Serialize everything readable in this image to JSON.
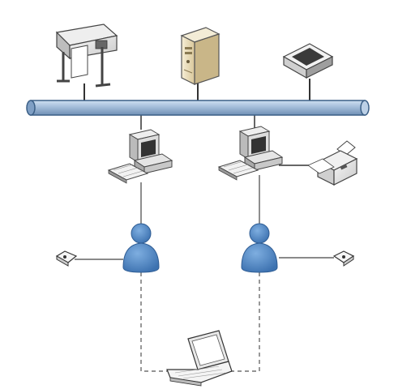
{
  "diagram": {
    "kind": "network-topology",
    "nodes": [
      {
        "id": "plotter",
        "icon": "plotter-icon"
      },
      {
        "id": "server",
        "icon": "tower-server-icon"
      },
      {
        "id": "scanner",
        "icon": "flatbed-scanner-icon"
      },
      {
        "id": "workstation-left",
        "icon": "desktop-computer-icon"
      },
      {
        "id": "workstation-right",
        "icon": "desktop-computer-icon"
      },
      {
        "id": "printer",
        "icon": "laser-printer-icon"
      },
      {
        "id": "user-left",
        "icon": "user-icon"
      },
      {
        "id": "user-right",
        "icon": "user-icon"
      },
      {
        "id": "key-left",
        "icon": "security-token-icon"
      },
      {
        "id": "key-right",
        "icon": "security-token-icon"
      },
      {
        "id": "laptop",
        "icon": "laptop-icon"
      }
    ],
    "edges": [
      {
        "from": "plotter",
        "to": "network-bus",
        "style": "solid"
      },
      {
        "from": "server",
        "to": "network-bus",
        "style": "solid"
      },
      {
        "from": "scanner",
        "to": "network-bus",
        "style": "solid"
      },
      {
        "from": "workstation-left",
        "to": "network-bus",
        "style": "solid"
      },
      {
        "from": "workstation-right",
        "to": "network-bus",
        "style": "solid"
      },
      {
        "from": "workstation-right",
        "to": "printer",
        "style": "solid"
      },
      {
        "from": "workstation-left",
        "to": "user-left",
        "style": "solid"
      },
      {
        "from": "workstation-right",
        "to": "user-right",
        "style": "solid"
      },
      {
        "from": "user-left",
        "to": "key-left",
        "style": "solid"
      },
      {
        "from": "user-right",
        "to": "key-right",
        "style": "solid"
      },
      {
        "from": "user-left",
        "to": "laptop",
        "style": "dashed"
      },
      {
        "from": "user-right",
        "to": "laptop",
        "style": "dashed"
      }
    ],
    "colors": {
      "bus_fill": "#9fb9d6",
      "bus_stroke": "#3b5f86",
      "user_fill": "#4f86c6",
      "line": "#333333",
      "dashed_line": "#555555",
      "device_light": "#f2f2f2",
      "device_dark": "#555555",
      "server_beige": "#e9dcb8"
    }
  }
}
